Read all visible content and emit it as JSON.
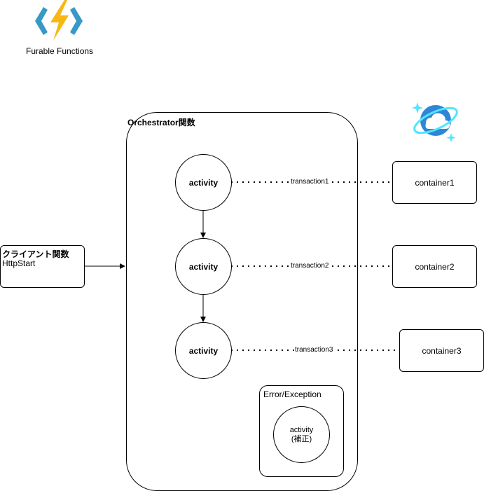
{
  "header": {
    "logo_caption": "Furable Functions"
  },
  "client": {
    "title": "クライアント関数",
    "subtitle": "HttpStart"
  },
  "orchestrator": {
    "title": "Orchestrator関数",
    "activities": [
      {
        "label": "activity"
      },
      {
        "label": "activity"
      },
      {
        "label": "activity"
      }
    ],
    "error_box": {
      "title": "Error/Exception",
      "activity_line1": "activity",
      "activity_line2": "(補正)"
    }
  },
  "transactions": [
    "transaction1",
    "transaction2",
    "transaction3"
  ],
  "containers": [
    "container1",
    "container2",
    "container3"
  ],
  "icons": {
    "functions": "azure-functions-icon",
    "cosmos": "cosmos-db-icon"
  },
  "colors": {
    "bolt": "#f7b813",
    "brackets": "#3999c6",
    "cosmos_blue": "#2f85d6",
    "sparkle": "#50e6ff"
  }
}
